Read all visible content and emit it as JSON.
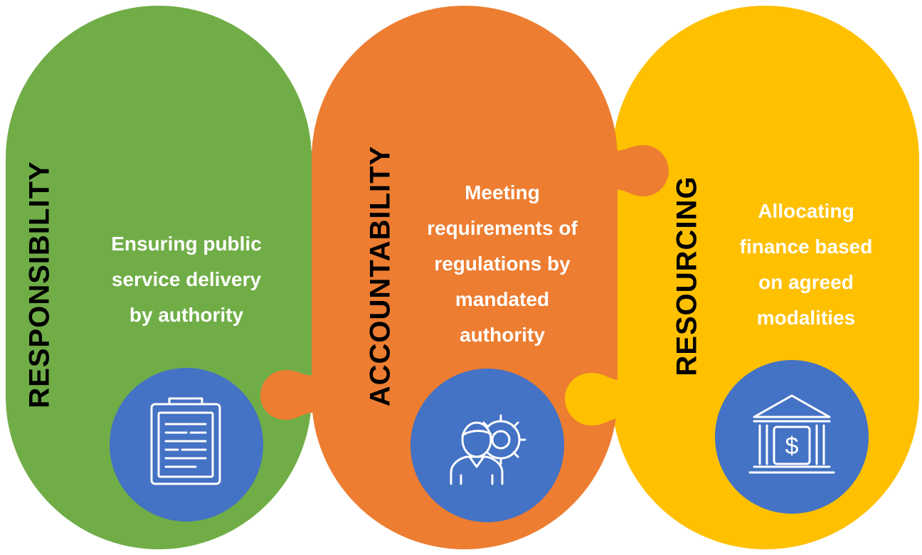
{
  "colors": {
    "green": "#70AD47",
    "orange": "#ED7D31",
    "yellow": "#FFC000",
    "icon_circle": "#4472C4",
    "label_text": "#000000",
    "description_text": "#FFFFFF"
  },
  "pillars": [
    {
      "label": "RESPONSIBILITY",
      "description_lines": [
        "Ensuring public",
        "service delivery",
        "by authority"
      ],
      "icon": "clipboard-icon",
      "color": "green"
    },
    {
      "label": "ACCOUNTABILITY",
      "description_lines": [
        "Meeting",
        "requirements of",
        "regulations by",
        "mandated",
        "authority"
      ],
      "icon": "person-gear-icon",
      "color": "orange"
    },
    {
      "label": "RESOURCING",
      "description_lines": [
        "Allocating",
        "finance based",
        "on agreed",
        "modalities"
      ],
      "icon": "bank-dollar-icon",
      "color": "yellow"
    }
  ]
}
